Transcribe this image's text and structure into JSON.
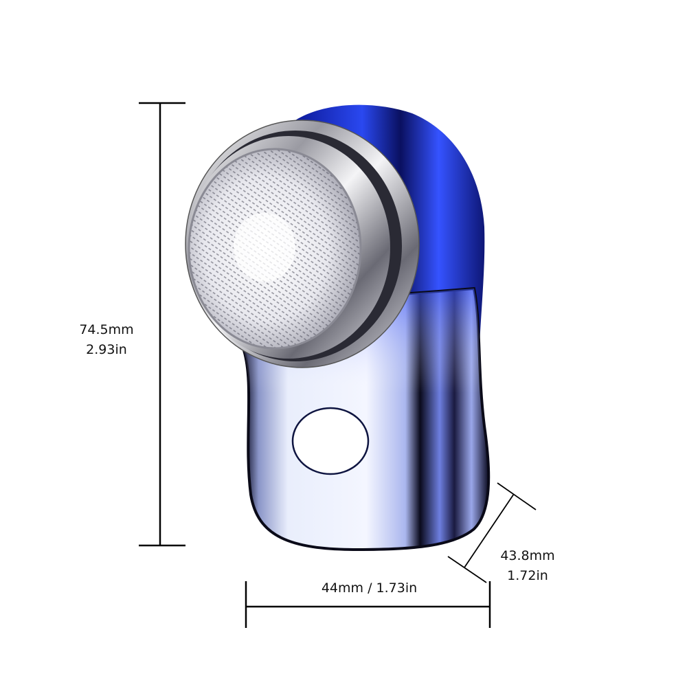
{
  "product": {
    "name": "mini-electric-shaver",
    "colors": {
      "body_blue": "#1f36c8",
      "body_light": "#c9d2f5",
      "chrome": "#d8d8dc",
      "dark_edge": "#0a0a18",
      "foil": "#f2f2f4"
    }
  },
  "dimensions": {
    "height": {
      "mm": "74.5mm",
      "in": "2.93in"
    },
    "depth": {
      "mm": "43.8mm",
      "in": "1.72in"
    },
    "width": {
      "label": "44mm / 1.73in"
    }
  },
  "line_color": "#000000"
}
